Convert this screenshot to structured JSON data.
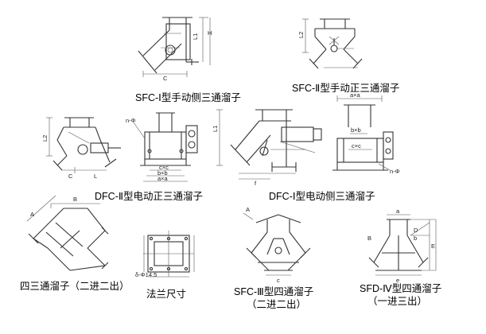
{
  "captions": {
    "sfc1_manual_side": "SFC-Ⅰ型手动侧三通溜子",
    "sfc2_manual_front": "SFC-Ⅱ型手动正三通溜子",
    "dfc2_electric_front": "DFC-Ⅱ型电动正三通溜子",
    "dfc1_electric_side": "DFC-Ⅰ型电动侧三通溜子",
    "four_way_line1": "四三通溜子（二进二出）",
    "flange_size": "法兰尺寸",
    "sfc3_line1": "SFC-Ⅲ型四通溜子",
    "sfc3_line2": "（二进二出）",
    "sfd4_line1": "SFD-Ⅳ型四通溜子",
    "sfd4_line2": "（一进三出）"
  },
  "dimensions": {
    "L1": "L1",
    "H": "H",
    "C": "C",
    "L2": "L2",
    "L": "L",
    "axa": "a×a",
    "bxb": "b×b",
    "cxc": "c×c",
    "n_phi": "n-Φ",
    "A": "A",
    "B": "B",
    "a": "a",
    "b": "b",
    "c": "c",
    "D": "D",
    "E": "E",
    "e": "e",
    "f": "f",
    "delta_phi": "δ-Φ14.5"
  }
}
